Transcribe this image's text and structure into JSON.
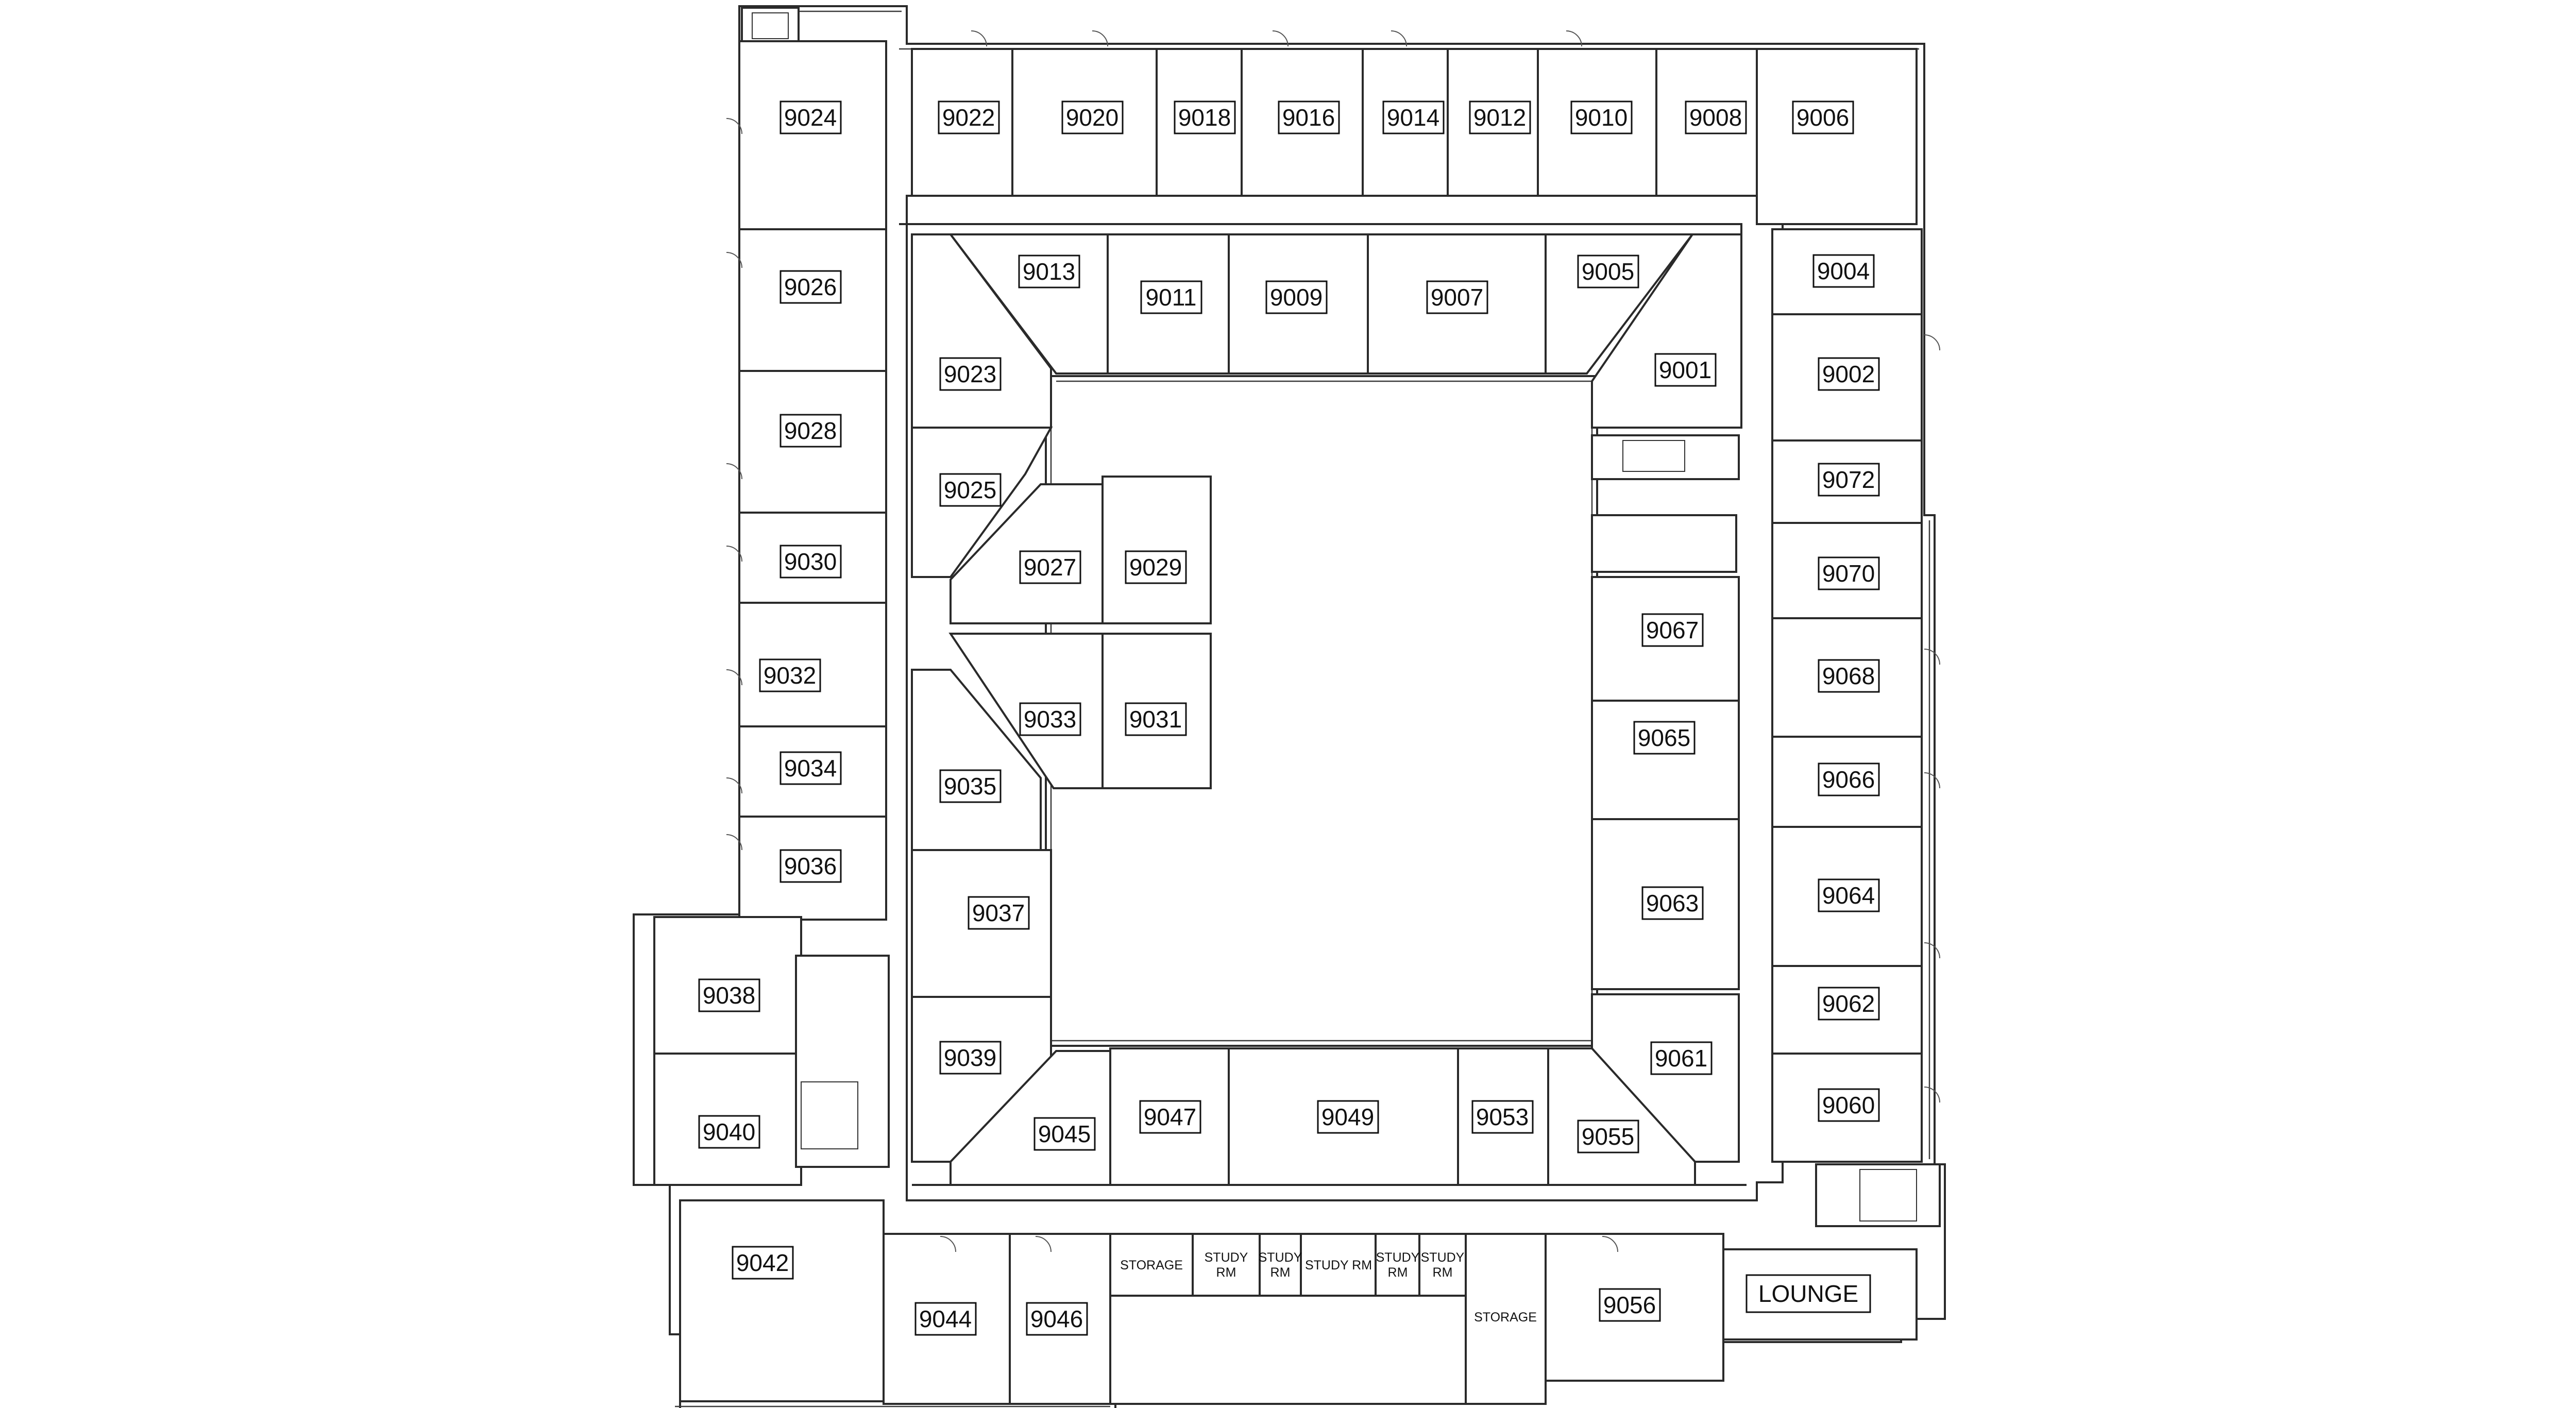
{
  "floor_plan": {
    "rooms": [
      {
        "id": "r9024",
        "label": "9024"
      },
      {
        "id": "r9022",
        "label": "9022"
      },
      {
        "id": "r9020",
        "label": "9020"
      },
      {
        "id": "r9018",
        "label": "9018"
      },
      {
        "id": "r9016",
        "label": "9016"
      },
      {
        "id": "r9014",
        "label": "9014"
      },
      {
        "id": "r9012",
        "label": "9012"
      },
      {
        "id": "r9010",
        "label": "9010"
      },
      {
        "id": "r9008",
        "label": "9008"
      },
      {
        "id": "r9006",
        "label": "9006"
      },
      {
        "id": "r9026",
        "label": "9026"
      },
      {
        "id": "r9013",
        "label": "9013"
      },
      {
        "id": "r9011",
        "label": "9011"
      },
      {
        "id": "r9009",
        "label": "9009"
      },
      {
        "id": "r9007",
        "label": "9007"
      },
      {
        "id": "r9005",
        "label": "9005"
      },
      {
        "id": "r9004",
        "label": "9004"
      },
      {
        "id": "r9023",
        "label": "9023"
      },
      {
        "id": "r9001",
        "label": "9001"
      },
      {
        "id": "r9002",
        "label": "9002"
      },
      {
        "id": "r9028",
        "label": "9028"
      },
      {
        "id": "r9025",
        "label": "9025"
      },
      {
        "id": "r9072",
        "label": "9072"
      },
      {
        "id": "r9030",
        "label": "9030"
      },
      {
        "id": "r9027",
        "label": "9027"
      },
      {
        "id": "r9029",
        "label": "9029"
      },
      {
        "id": "r9070",
        "label": "9070"
      },
      {
        "id": "r9067",
        "label": "9067"
      },
      {
        "id": "r9032",
        "label": "9032"
      },
      {
        "id": "r9068",
        "label": "9068"
      },
      {
        "id": "r9033",
        "label": "9033"
      },
      {
        "id": "r9031",
        "label": "9031"
      },
      {
        "id": "r9065",
        "label": "9065"
      },
      {
        "id": "r9034",
        "label": "9034"
      },
      {
        "id": "r9035",
        "label": "9035"
      },
      {
        "id": "r9066",
        "label": "9066"
      },
      {
        "id": "r9036",
        "label": "9036"
      },
      {
        "id": "r9063",
        "label": "9063"
      },
      {
        "id": "r9064",
        "label": "9064"
      },
      {
        "id": "r9037",
        "label": "9037"
      },
      {
        "id": "r9038",
        "label": "9038"
      },
      {
        "id": "r9062",
        "label": "9062"
      },
      {
        "id": "r9039",
        "label": "9039"
      },
      {
        "id": "r9061",
        "label": "9061"
      },
      {
        "id": "r9060",
        "label": "9060"
      },
      {
        "id": "r9040",
        "label": "9040"
      },
      {
        "id": "r9047",
        "label": "9047"
      },
      {
        "id": "r9049",
        "label": "9049"
      },
      {
        "id": "r9053",
        "label": "9053"
      },
      {
        "id": "r9045",
        "label": "9045"
      },
      {
        "id": "r9055",
        "label": "9055"
      },
      {
        "id": "r9042",
        "label": "9042"
      },
      {
        "id": "r9044",
        "label": "9044"
      },
      {
        "id": "r9046",
        "label": "9046"
      },
      {
        "id": "r9056",
        "label": "9056"
      },
      {
        "id": "lounge",
        "label": "LOUNGE"
      }
    ],
    "small_labels": {
      "storage_1": "STORAGE",
      "study_rm_1a": "STUDY",
      "study_rm_1b": "RM",
      "study_rm_2a": "STUDY",
      "study_rm_2b": "RM",
      "study_rm_3": "STUDY RM",
      "study_rm_4a": "STUDY",
      "study_rm_4b": "RM",
      "study_rm_5a": "STUDY",
      "study_rm_5b": "RM",
      "storage_2": "STORAGE"
    }
  }
}
